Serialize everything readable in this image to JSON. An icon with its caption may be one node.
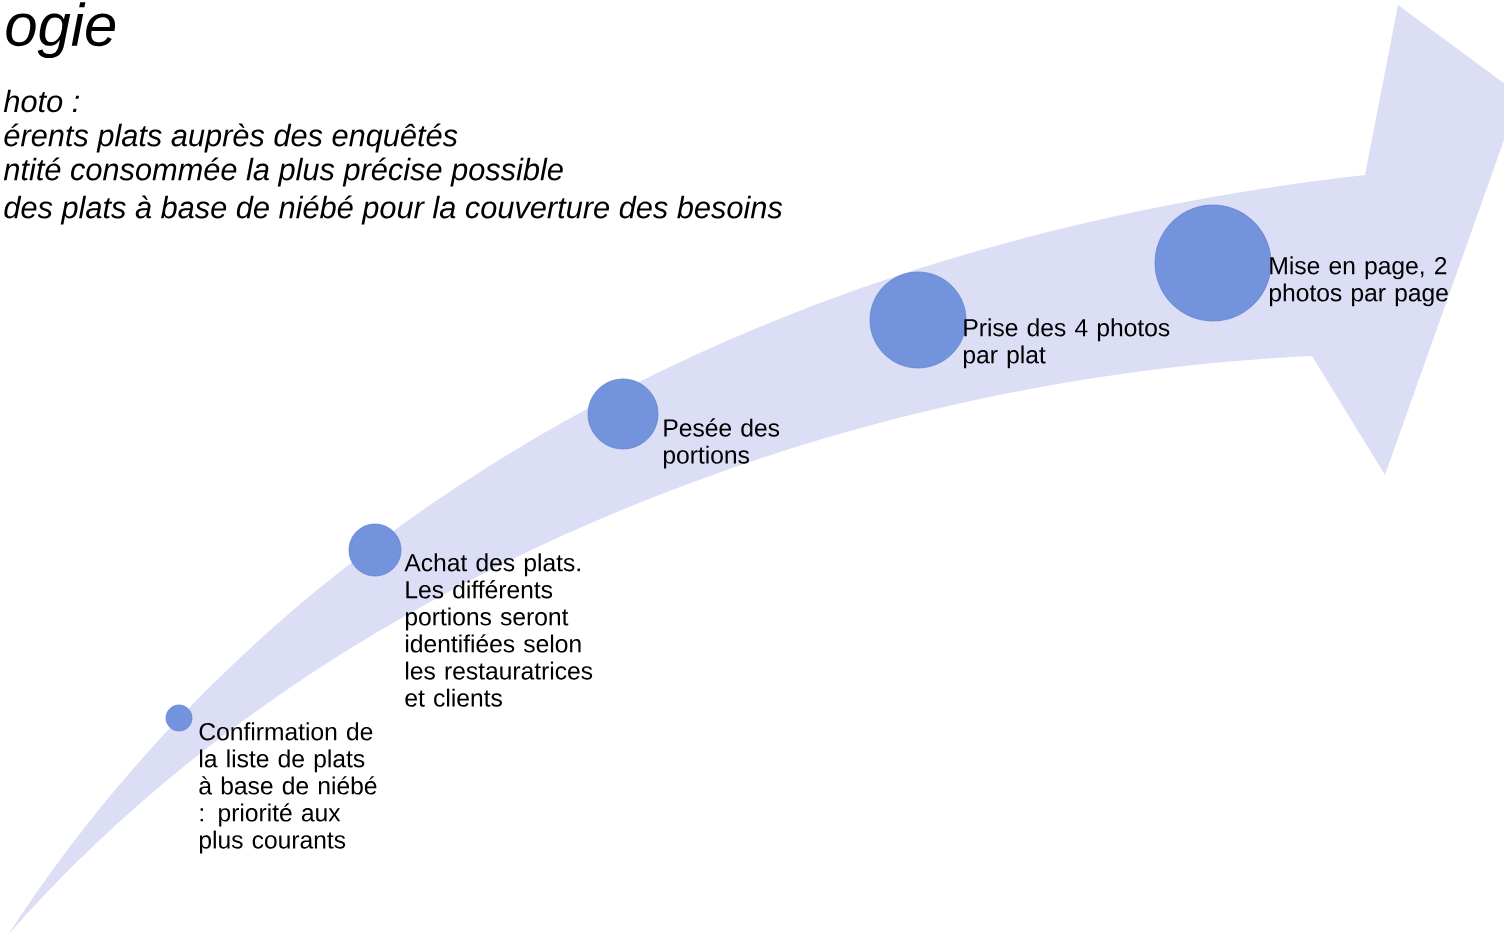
{
  "diagram": {
    "title": "ogie",
    "nodes": [
      {
        "text": [],
        "shape": "circle",
        "beside": [
          "Confirmation de la liste de plats à base de niébé : priorité aux plus courants"
        ]
      },
      {
        "text": [],
        "shape": "circle",
        "beside": [
          "Achat des plats. Les différents portions seront identifiées selon les restauratrices et clients"
        ]
      },
      {
        "text": [],
        "shape": "circle",
        "beside": [
          "Pesée des portions"
        ]
      },
      {
        "text": [],
        "shape": "circle",
        "beside": [
          "Prise des 4 photos par plat"
        ]
      },
      {
        "text": [],
        "shape": "circle",
        "beside": [
          "Mise en page, 2 photos par page"
        ]
      }
    ],
    "labels": [
      "hoto :",
      "érents plats auprès des enquêtés",
      "ntité consommée la plus précise possible",
      "des plats à base de niébé pour la couverture des besoins"
    ]
  }
}
